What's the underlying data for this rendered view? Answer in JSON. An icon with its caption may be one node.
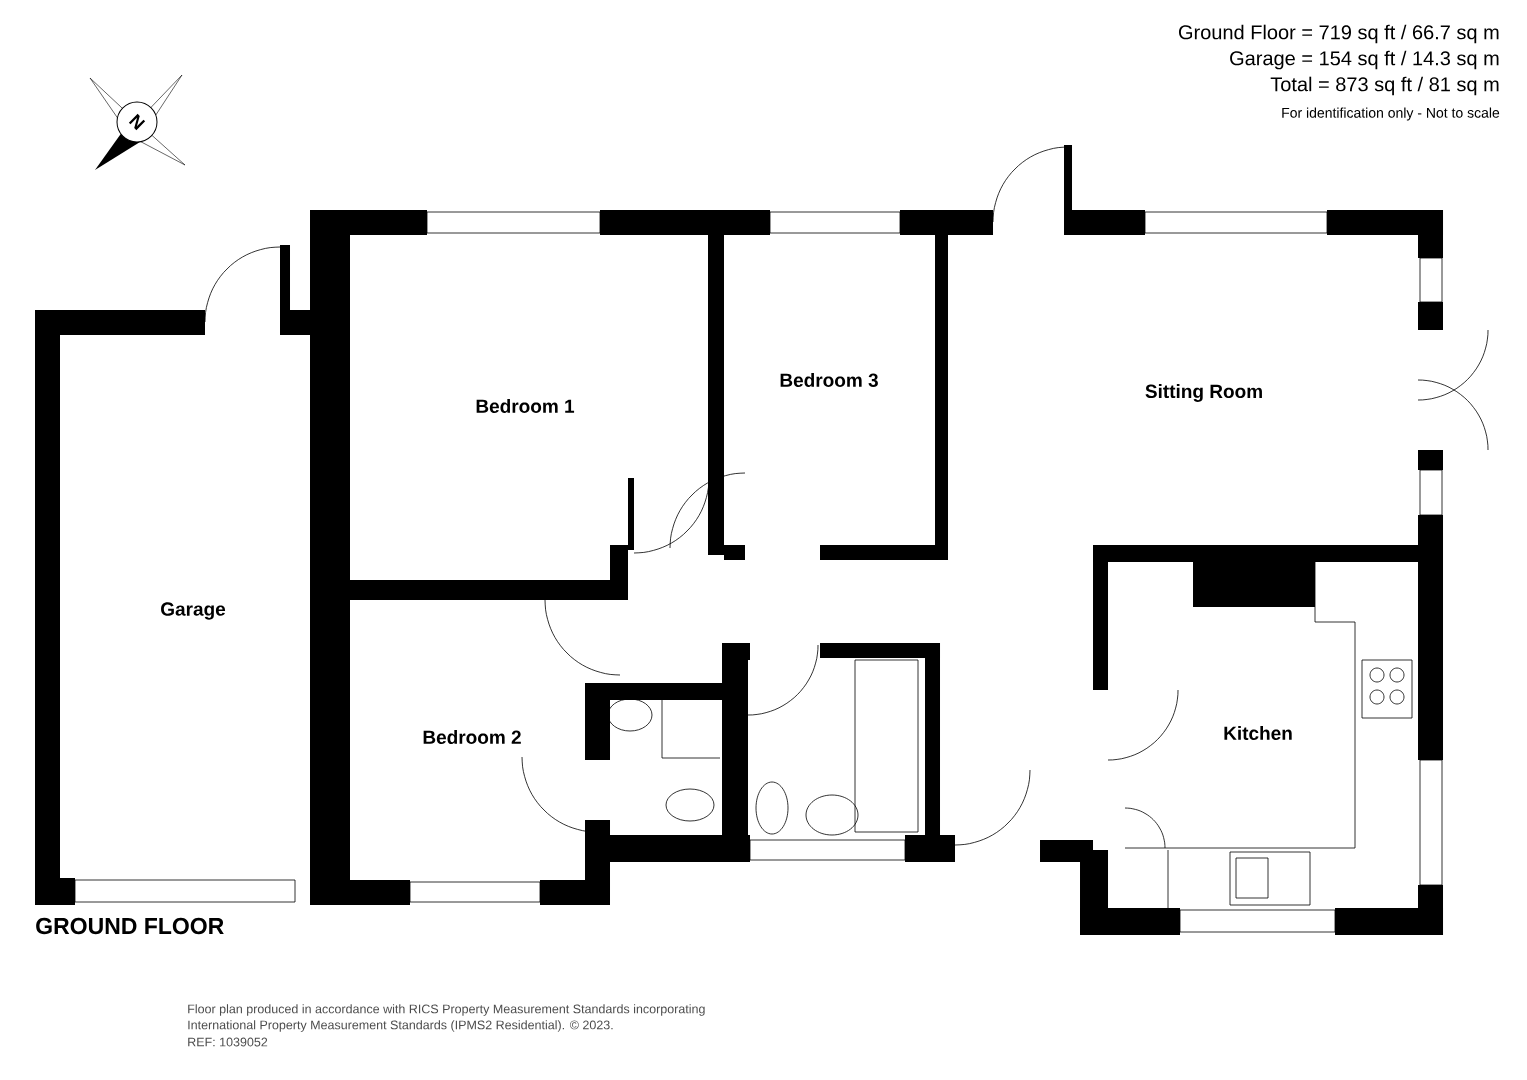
{
  "diagram": {
    "nodes": [
      {
        "text": [
          "Garage"
        ]
      },
      {
        "text": [
          "Bedroom 1"
        ]
      },
      {
        "text": [
          "Bedroom 3"
        ]
      },
      {
        "text": [
          "Sitting Room"
        ]
      },
      {
        "text": [
          "Bedroom 2"
        ]
      },
      {
        "text": [
          "Kitchen"
        ]
      }
    ],
    "labels": [
      "Ground Floor = 719 sq ft / 66.7 sq m",
      "Garage = 154 sq ft / 14.3 sq m",
      "Total = 873 sq ft / 81 sq m",
      "For identification only - Not to scale",
      "N",
      "GROUND FLOOR",
      "Floor plan produced in accordance with RICS Property Measurement Standards incorporating",
      "International Property Measurement Standards (IPMS2 Residential).  © 2023.",
      "REF: 1039052"
    ]
  }
}
